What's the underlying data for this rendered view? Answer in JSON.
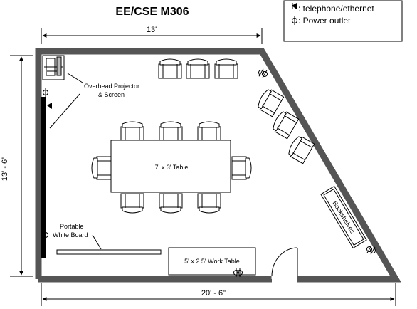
{
  "title": "EE/CSE M306",
  "legend": {
    "telephone_symbol": "◀",
    "telephone_text": ": telephone/ethernet",
    "outlet_symbol": "ϕ",
    "outlet_text": ": Power outlet"
  },
  "dimensions": {
    "top": "13'",
    "left": "13' - 6\"",
    "bottom": "20' - 6\""
  },
  "labels": {
    "projector_line1": "Overhead Projector",
    "projector_line2": "& Screen",
    "table": "7' x 3' Table",
    "whiteboard_line1": "Portable",
    "whiteboard_line2": "White Board",
    "work_table": "5' x 2.5' Work Table",
    "bookshelves": "Bookshelves"
  },
  "icons": {
    "telephone": "telephone-jack-icon",
    "outlet": "power-outlet-icon",
    "chair": "chair-icon",
    "door": "door-swing-icon",
    "projector": "projector-icon"
  },
  "colors": {
    "wall": "#555555",
    "ink": "#000000"
  }
}
